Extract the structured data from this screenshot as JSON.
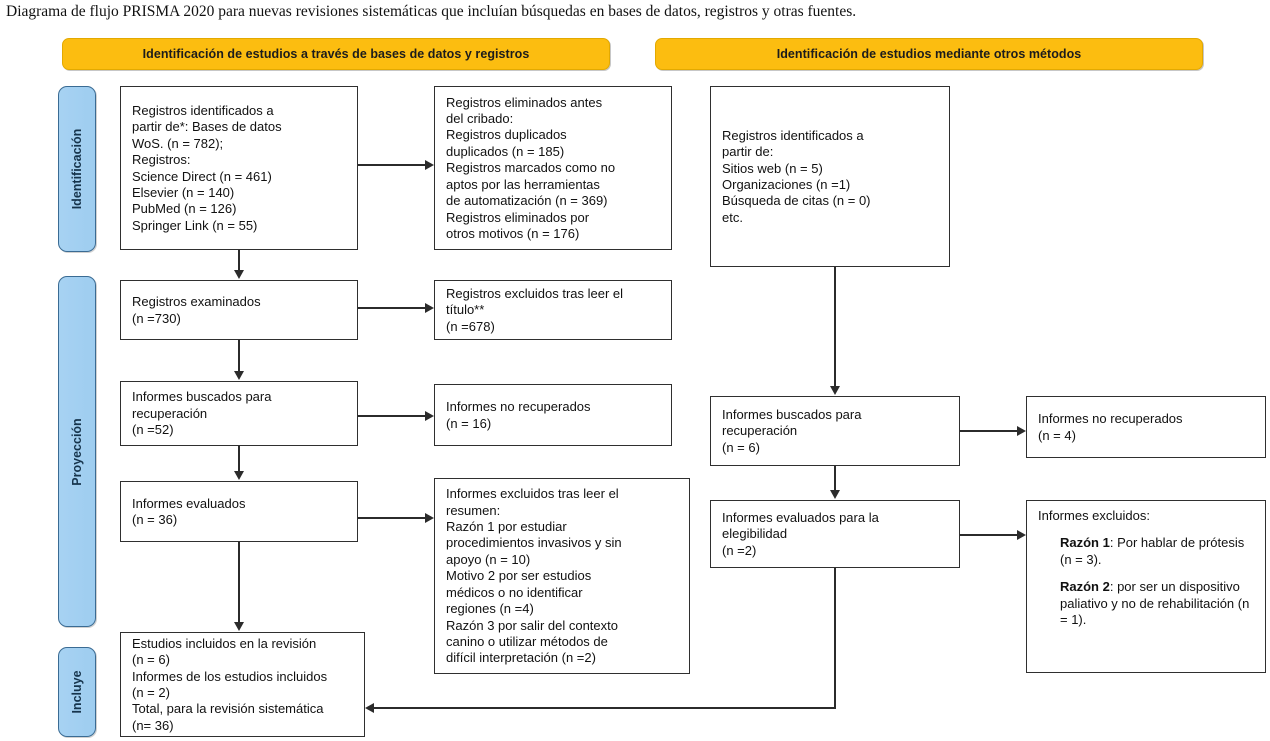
{
  "caption": "Diagrama de flujo PRISMA 2020 para nuevas revisiones sistemáticas que incluían búsquedas en bases de datos, registros y otras fuentes.",
  "banners": {
    "databases": "Identificación de estudios a través de bases de datos y registros",
    "other_methods": "Identificación de estudios mediante otros métodos"
  },
  "phases": {
    "identification": "Identificación",
    "screening": "Proyección",
    "included": "Incluye"
  },
  "boxes": {
    "identified_db": {
      "lines": [
        "Registros identificados a",
        "partir de*: Bases de datos",
        "WoS. (n = 782);",
        "Registros:",
        "Science Direct (n = 461)",
        "Elsevier (n = 140)",
        "PubMed (n = 126)",
        "Springer Link (n = 55)"
      ]
    },
    "removed_before_screening": {
      "lines": [
        "Registros eliminados antes",
        "del cribado:",
        "Registros duplicados",
        "duplicados (n = 185)",
        "Registros marcados como no",
        "aptos por las herramientas",
        "de automatización (n = 369)",
        "Registros eliminados por",
        "otros motivos (n = 176)"
      ]
    },
    "identified_other": {
      "lines": [
        "Registros identificados a",
        "partir de:",
        "Sitios web (n = 5)",
        "Organizaciones (n =1)",
        "Búsqueda de citas (n = 0)",
        "etc."
      ]
    },
    "screened": {
      "lines": [
        "Registros examinados",
        "(n =730)"
      ]
    },
    "excluded_title": {
      "lines": [
        "Registros excluidos tras leer el",
        "título**",
        "(n =678)"
      ]
    },
    "sought_db": {
      "lines": [
        "Informes buscados para",
        "recuperación",
        "(n =52)"
      ]
    },
    "not_retrieved_db": {
      "lines": [
        "Informes no recuperados",
        "(n = 16)"
      ]
    },
    "assessed_db": {
      "lines": [
        "Informes evaluados",
        "(n = 36)"
      ]
    },
    "excluded_abstract": {
      "lines": [
        "Informes excluidos tras leer el",
        "resumen:",
        "Razón 1 por estudiar",
        "procedimientos invasivos y sin",
        "apoyo (n = 10)",
        "Motivo 2 por ser estudios",
        "médicos o no identificar",
        "regiones (n =4)",
        "Razón 3 por salir del contexto",
        "canino o utilizar métodos de",
        "difícil interpretación (n =2)"
      ]
    },
    "included": {
      "lines": [
        "Estudios incluidos en la revisión",
        "(n = 6)",
        "Informes de los estudios incluidos",
        "(n = 2)",
        "Total, para la revisión sistemática",
        "(n= 36)"
      ]
    },
    "sought_other": {
      "lines": [
        "Informes buscados para",
        "recuperación",
        "(n = 6)"
      ]
    },
    "not_retrieved_other": {
      "lines": [
        "Informes no recuperados",
        "(n = 4)"
      ]
    },
    "eligibility_other": {
      "lines": [
        "Informes evaluados para la",
        "elegibilidad",
        "(n =2)"
      ]
    },
    "excluded_other": {
      "heading": "Informes excluidos:",
      "reason1_label": "Razón 1",
      "reason1_text": ": Por hablar de prótesis (n = 3).",
      "reason2_label": "Razón 2",
      "reason2_text": ": por ser un dispositivo paliativo y no de rehabilitación (n = 1)."
    }
  },
  "colors": {
    "banner_fill": "#FCBD10",
    "phase_fill": "#A7D2F2",
    "phase_border": "#3A6B93",
    "box_border": "#2F2F2F",
    "connector": "#2B2B2B"
  }
}
